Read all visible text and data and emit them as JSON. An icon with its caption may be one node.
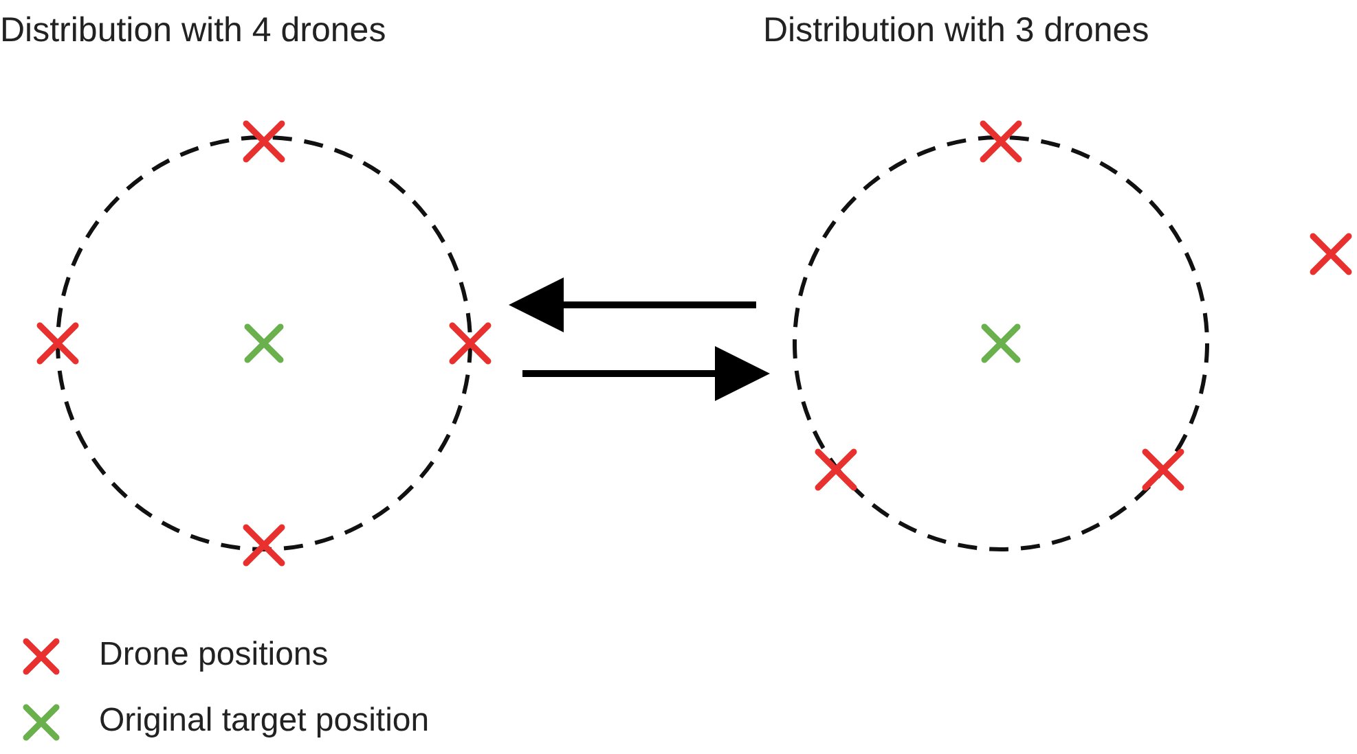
{
  "diagram": {
    "nodes": [
      {
        "text": [
          "Distribution with 4 drones"
        ]
      },
      {
        "text": [
          "Distribution with 3 drones"
        ]
      }
    ],
    "edges": [
      {
        "from": 1,
        "to": 0,
        "arrow": "to"
      },
      {
        "from": 0,
        "to": 1,
        "arrow": "to"
      }
    ],
    "legend": [
      {
        "text": "Drone positions"
      },
      {
        "text": "Original target position"
      }
    ]
  }
}
